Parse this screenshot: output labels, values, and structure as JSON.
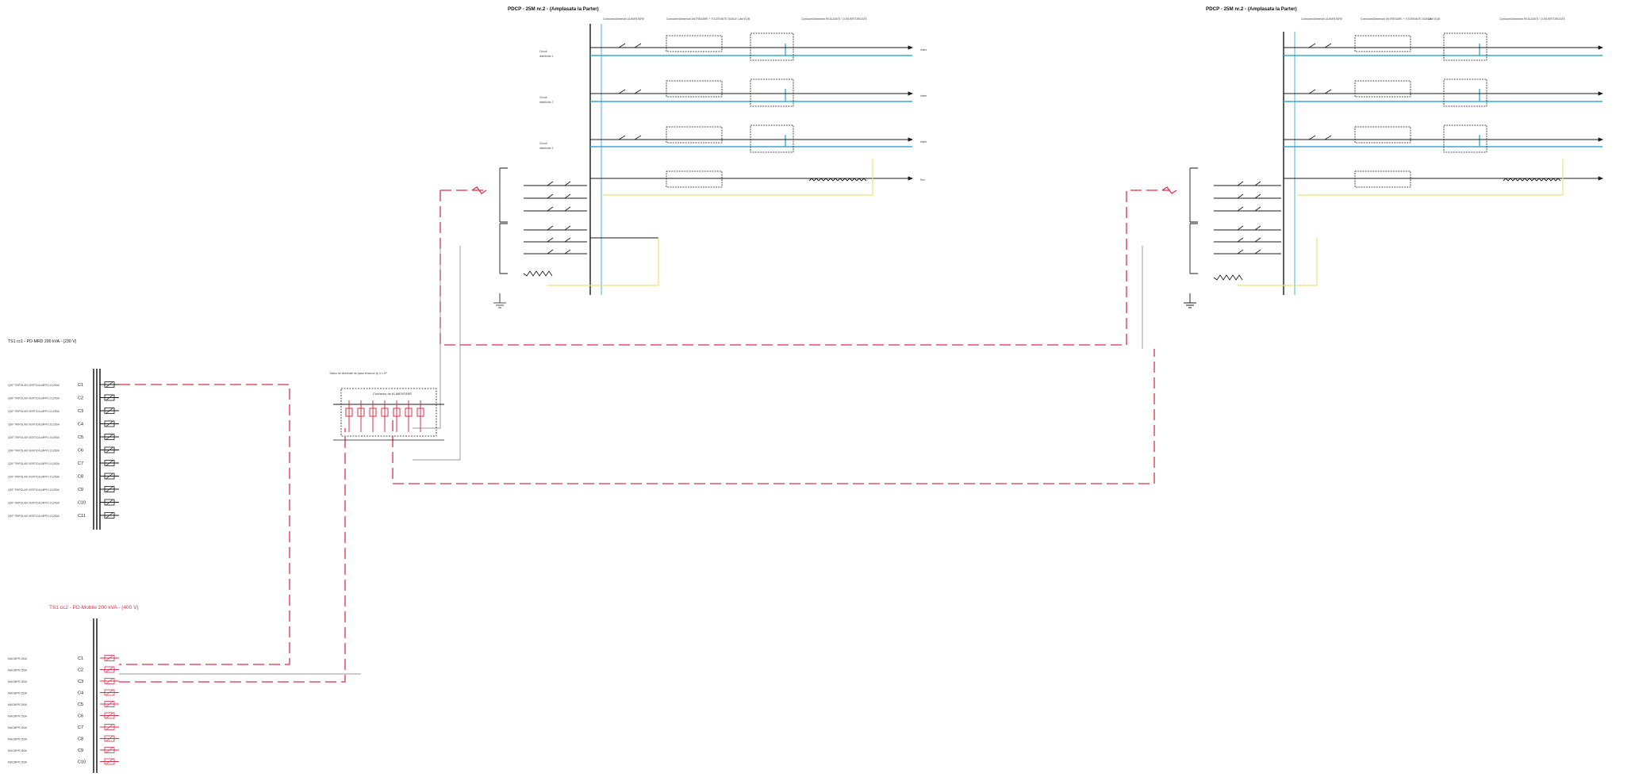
{
  "colors": {
    "blue_bus": "#3aa9d6",
    "red_feeder": "#d8324a",
    "yellow_line": "#e8e27a",
    "black": "#1a1a1a"
  },
  "panels": [
    {
      "title": "PDCP - 25M nr.2 - (Amplasata la Parter)",
      "headers": [
        "Contoare/Alimentari ALIMENTARE",
        "Comutare/Alimentari ANTRENARE + TOLERANTE DUBLE",
        "Cabl EQB",
        "Contoare/Alimentari REALIZATE / CONVERTORIZATE"
      ]
    },
    {
      "title": "PDCP - 25M nr.2 - (Amplasata la Parter)",
      "headers": [
        "Contoare/Alimentari ALIMENTARE",
        "Comutare/Alimentari ANTRENARE + TOLERANTE DUBLE",
        "Cabl EQB",
        "Contoare/Alimentari REALIZATE / CONVERTORIZATE"
      ]
    }
  ],
  "tg1": {
    "title": "TS1 cc1 - PD-MRD 200 kVA - (230 V)",
    "rows": [
      {
        "label": "QDF TRIPOLAR VERTICALMPR 1X1250A",
        "circuit": "C1"
      },
      {
        "label": "QDF TRIPOLAR VERTICALMPR 1X1250A",
        "circuit": "C2"
      },
      {
        "label": "QDF TRIPOLAR VERTICALMPR 1X1250A",
        "circuit": "C3"
      },
      {
        "label": "QDF TRIPOLAR VERTICALMPR 1X1250A",
        "circuit": "C4"
      },
      {
        "label": "QDF TRIPOLAR VERTICALMPR 1X1250A",
        "circuit": "C5"
      },
      {
        "label": "QDF TRIPOLAR VERTICALMPR 1X1250A",
        "circuit": "C6"
      },
      {
        "label": "QDF TRIPOLAR VERTICALMPR 1X1250A",
        "circuit": "C7"
      },
      {
        "label": "QDF TRIPOLAR VERTICALMPR 1X1250A",
        "circuit": "C8"
      },
      {
        "label": "QDF TRIPOLAR VERTICALMPR 1X1250A",
        "circuit": "C9"
      },
      {
        "label": "QDF TRIPOLAR VERTICALMPR 1X1250A",
        "circuit": "C10"
      },
      {
        "label": "QDF TRIPOLAR VERTICALMPR 1X1250A",
        "circuit": "C11"
      }
    ]
  },
  "tg2": {
    "title": "TS1 cc2 - PD-Mobile 200 kVA - (400 V)",
    "rows": [
      {
        "label": "MACMPR 250A",
        "circuit": "C1"
      },
      {
        "label": "MACMPR 250A",
        "circuit": "C2"
      },
      {
        "label": "MACMPR 250A",
        "circuit": "C3"
      },
      {
        "label": "MACMPR 250A",
        "circuit": "C4"
      },
      {
        "label": "MACMPR 250A",
        "circuit": "C5"
      },
      {
        "label": "MACMPR 250A",
        "circuit": "C6"
      },
      {
        "label": "MACMPR 250A",
        "circuit": "C7"
      },
      {
        "label": "MACMPR 250A",
        "circuit": "C8"
      },
      {
        "label": "MACMPR 250A",
        "circuit": "C9"
      },
      {
        "label": "MACMPR 250A",
        "circuit": "C10"
      }
    ]
  },
  "distribution_box": {
    "title": "Tablou de distributie de joasa tensiune tip 4 x 2P",
    "subtitle": "Contactor de ALIMENTARE"
  }
}
